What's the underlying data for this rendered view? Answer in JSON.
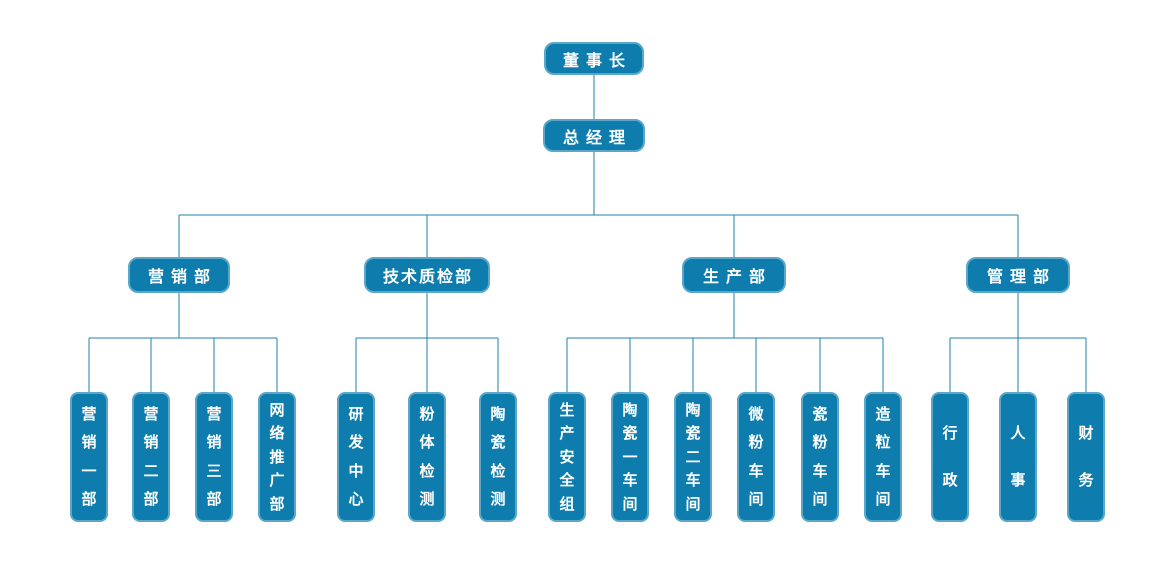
{
  "palette": {
    "node_fill": "#0E7CAD",
    "node_border": "#5BA7C9",
    "connector_line": "#2180A8",
    "node_text": "#FFFFFF",
    "background": "#FFFFFF"
  },
  "org_chart": {
    "chairman": {
      "label": "董事长"
    },
    "general_manager": {
      "label": "总经理"
    },
    "departments": [
      {
        "label": "营销部",
        "children": [
          {
            "label": "营销一部"
          },
          {
            "label": "营销二部"
          },
          {
            "label": "营销三部"
          },
          {
            "label": "网络推广部"
          }
        ]
      },
      {
        "label": "技术质检部",
        "children": [
          {
            "label": "研发中心"
          },
          {
            "label": "粉体检测"
          },
          {
            "label": "陶瓷检测"
          }
        ]
      },
      {
        "label": "生产部",
        "children": [
          {
            "label": "生产安全组"
          },
          {
            "label": "陶瓷一车间"
          },
          {
            "label": "陶瓷二车间"
          },
          {
            "label": "微粉车间"
          },
          {
            "label": "瓷粉车间"
          },
          {
            "label": "造粒车间"
          }
        ]
      },
      {
        "label": "管理部",
        "children": [
          {
            "label": "行政"
          },
          {
            "label": "人事"
          },
          {
            "label": "财务"
          }
        ]
      }
    ]
  }
}
